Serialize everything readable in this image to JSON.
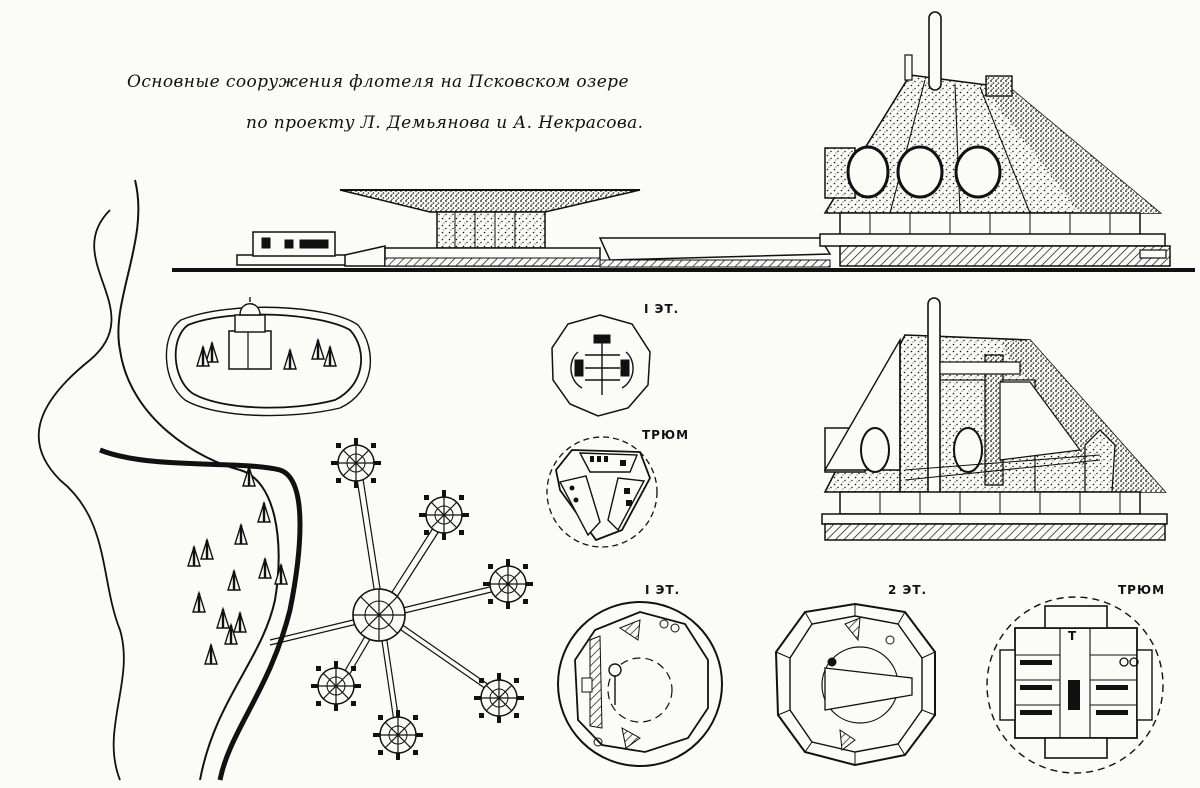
{
  "caption": {
    "line1": "Основные сооружения флотеля на Псковском озере",
    "line2": "по проекту Л. Демьянова и А. Некрасова."
  },
  "plan_labels": {
    "small_floor1": "I ЭТ.",
    "small_hold": "ТРЮМ",
    "large_floor1": "I ЭТ.",
    "large_floor2": "2 ЭТ.",
    "large_hold": "ТРЮМ"
  },
  "colors": {
    "ink": "#111111",
    "paper": "#fbfbf8"
  }
}
